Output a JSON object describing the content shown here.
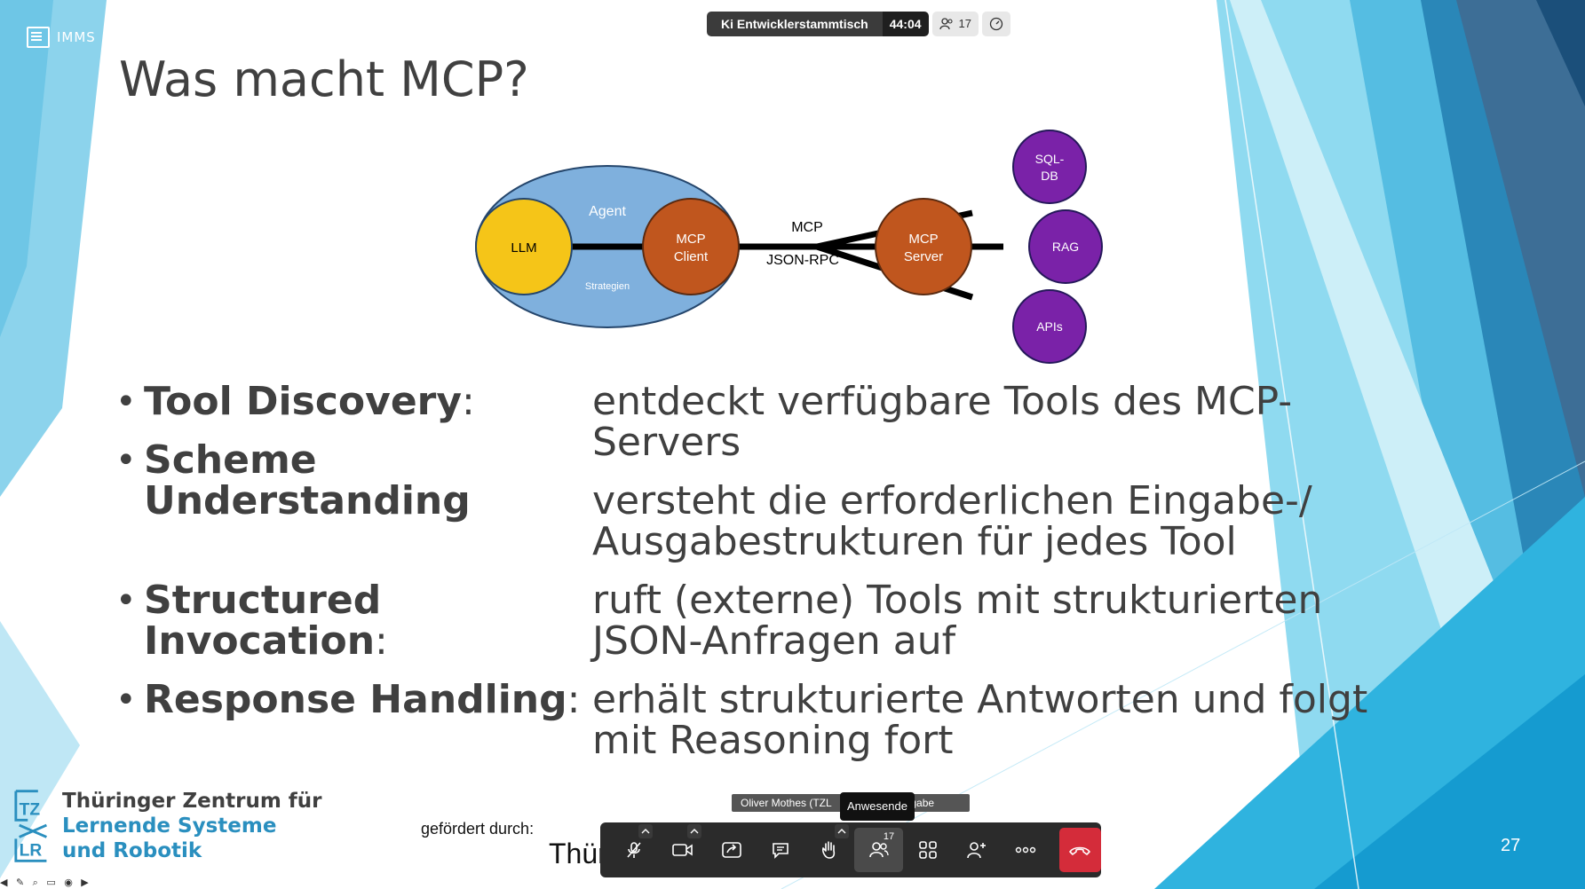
{
  "slide": {
    "brand": "IMMS",
    "title": "Was macht MCP?",
    "number": "27"
  },
  "meeting": {
    "name": "Ki Entwicklerstammtisch",
    "timer": "44:04",
    "participants_count": "17"
  },
  "diagram": {
    "llm": "LLM",
    "agent": "Agent",
    "strategien": "Strategien",
    "mcp_client": [
      "MCP",
      "Client"
    ],
    "link_top": "MCP",
    "link_bottom": "JSON-RPC",
    "mcp_server": [
      "MCP",
      "Server"
    ],
    "sql_db": [
      "SQL-",
      "DB"
    ],
    "rag": "RAG",
    "apis": "APIs",
    "colors": {
      "agent": "#7fb0dd",
      "llm": "#f5c518",
      "mcp": "#c0561e",
      "resources": "#7a22a8"
    }
  },
  "bullets": [
    {
      "term": "Tool Discovery",
      "suffix": ":",
      "desc": "entdeckt verfügbare Tools des MCP-Servers"
    },
    {
      "term": "Scheme Understanding",
      "suffix": ":",
      "desc": "versteht die erforderlichen Eingabe-/ Ausgabestrukturen für jedes Tool"
    },
    {
      "term": "Structured Invocation",
      "suffix": ":",
      "desc": "ruft (externe) Tools mit strukturierten JSON-Anfragen auf"
    },
    {
      "term": "Response Handling",
      "suffix": ":",
      "desc": "erhält strukturierte Antworten und folgt mit Reasoning fort"
    }
  ],
  "footer": {
    "tz_line1": "Thüringer Zentrum für",
    "tz_line2": "Lernende Systeme",
    "tz_line3": "und Robotik",
    "funded_by": "gefördert durch:",
    "funder_partial": "Thür"
  },
  "video_call": {
    "participant_tag": "Oliver Mothes (TZL",
    "participant_tag_tail": "freigabe",
    "tooltip": "Anwesende",
    "participants_badge": "17",
    "buttons": [
      "mic-muted-icon",
      "camera-icon",
      "share-screen-icon",
      "chat-icon",
      "raise-hand-icon",
      "participants-icon",
      "grid-view-icon",
      "add-person-icon",
      "more-icon",
      "end-call-icon"
    ]
  }
}
